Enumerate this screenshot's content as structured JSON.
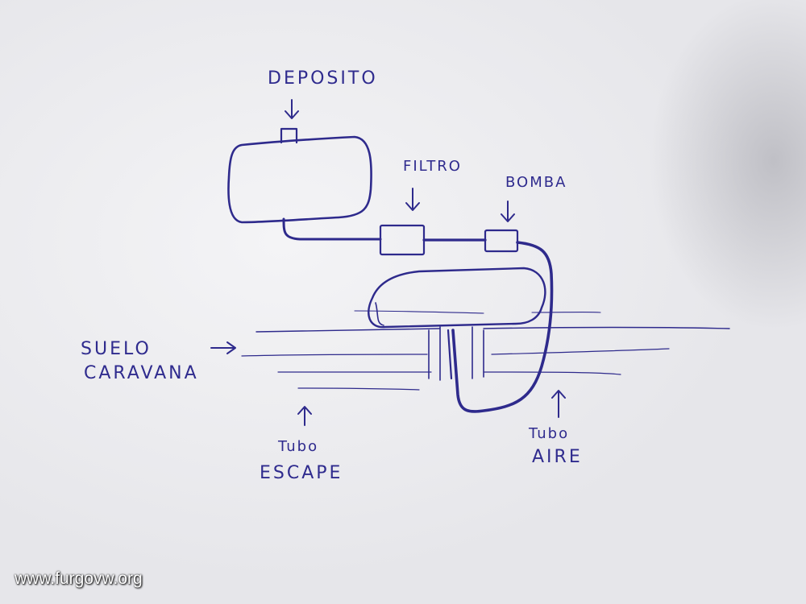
{
  "labels": {
    "deposito": "DEPOSITO",
    "filtro": "FILTRO",
    "bomba": "BOMBA",
    "suelo_line1": "SUELO",
    "suelo_line2": "CARAVANA",
    "escape_line1": "Tubo",
    "escape_line2": "ESCAPE",
    "aire_line1": "Tubo",
    "aire_line2": "AIRE"
  },
  "watermark": "www.furgovw.org",
  "colors": {
    "ink": "#2e2a8c",
    "paper": "#eeeef1",
    "watermark": "#ffffff"
  }
}
